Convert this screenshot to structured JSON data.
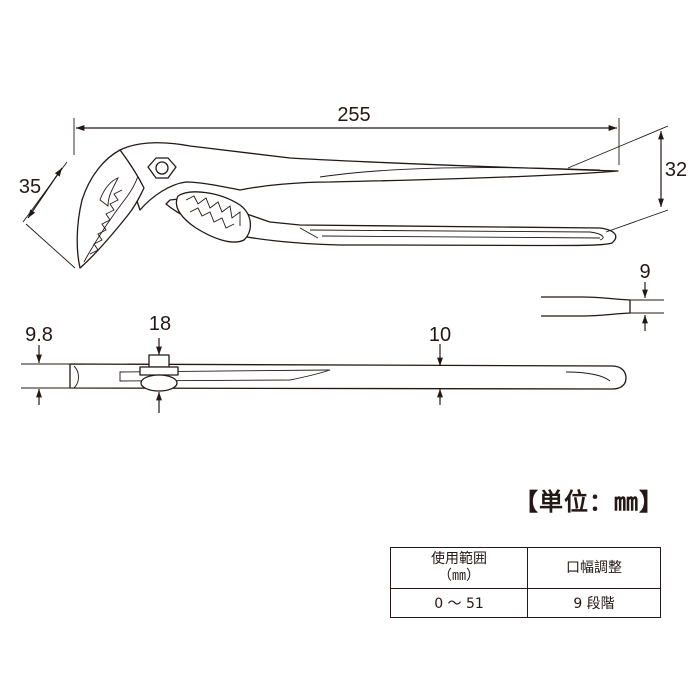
{
  "dimensions": {
    "overall_length": "255",
    "jaw_opening": "35",
    "handle_spread": "32",
    "handle_end_thickness": "9",
    "nose_thickness": "9.8",
    "pivot_thickness": "18",
    "handle_thickness": "10"
  },
  "unit_label": "【単位：㎜】",
  "spec_table": {
    "header_range_line1": "使用範囲",
    "header_range_line2": "（㎜）",
    "header_adjust": "口幅調整",
    "value_range": "0 ～ 51",
    "value_adjust": "9 段階"
  },
  "colors": {
    "ink": "#231815",
    "background": "#ffffff"
  }
}
